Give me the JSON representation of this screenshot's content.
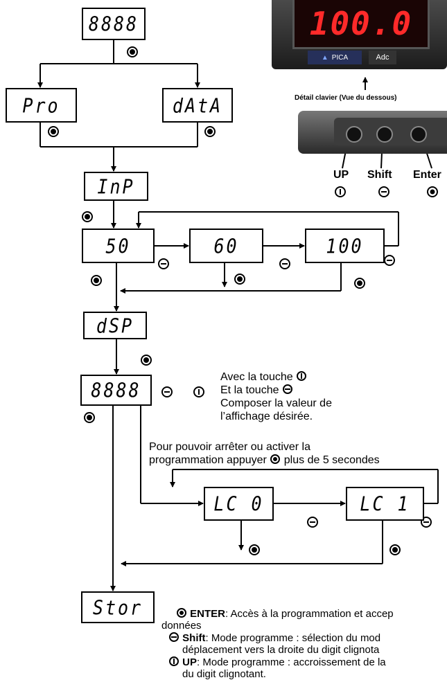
{
  "displays": {
    "start": "8888",
    "pro": "Pro",
    "data": "dAtA",
    "inp": "InP",
    "opt50": "50",
    "opt60": "60",
    "opt100": "100",
    "dsp": "dSP",
    "value": "8888",
    "lc0": "LC 0",
    "lc1": "LC 1",
    "stor": "Stor"
  },
  "device": {
    "display_value": "100.0",
    "brand": "PICA",
    "unit": "Adc",
    "caption": "Détail clavier (Vue du dessous)",
    "keys": [
      "UP",
      "Shift",
      "Enter"
    ]
  },
  "instructions": {
    "line1": "Avec la touche",
    "line2": "Et la touche",
    "line3": "Composer la valeur de",
    "line4": "l’affichage désirée.",
    "prog_line1": "Pour pouvoir arrêter ou activer la",
    "prog_line2a": "programmation appuyer",
    "prog_line2b": "plus de 5 secondes"
  },
  "legend": {
    "enter_key": "ENTER",
    "enter_text": ": Accès à la programmation et accep",
    "enter_cont": "données",
    "shift_key": "Shift",
    "shift_text": ": Mode programme : sélection du mod",
    "shift_cont": "déplacement vers la droite du digit clignota",
    "up_key": "UP",
    "up_text": ": Mode programme : accroissement de la",
    "up_cont": "du digit clignotant."
  }
}
